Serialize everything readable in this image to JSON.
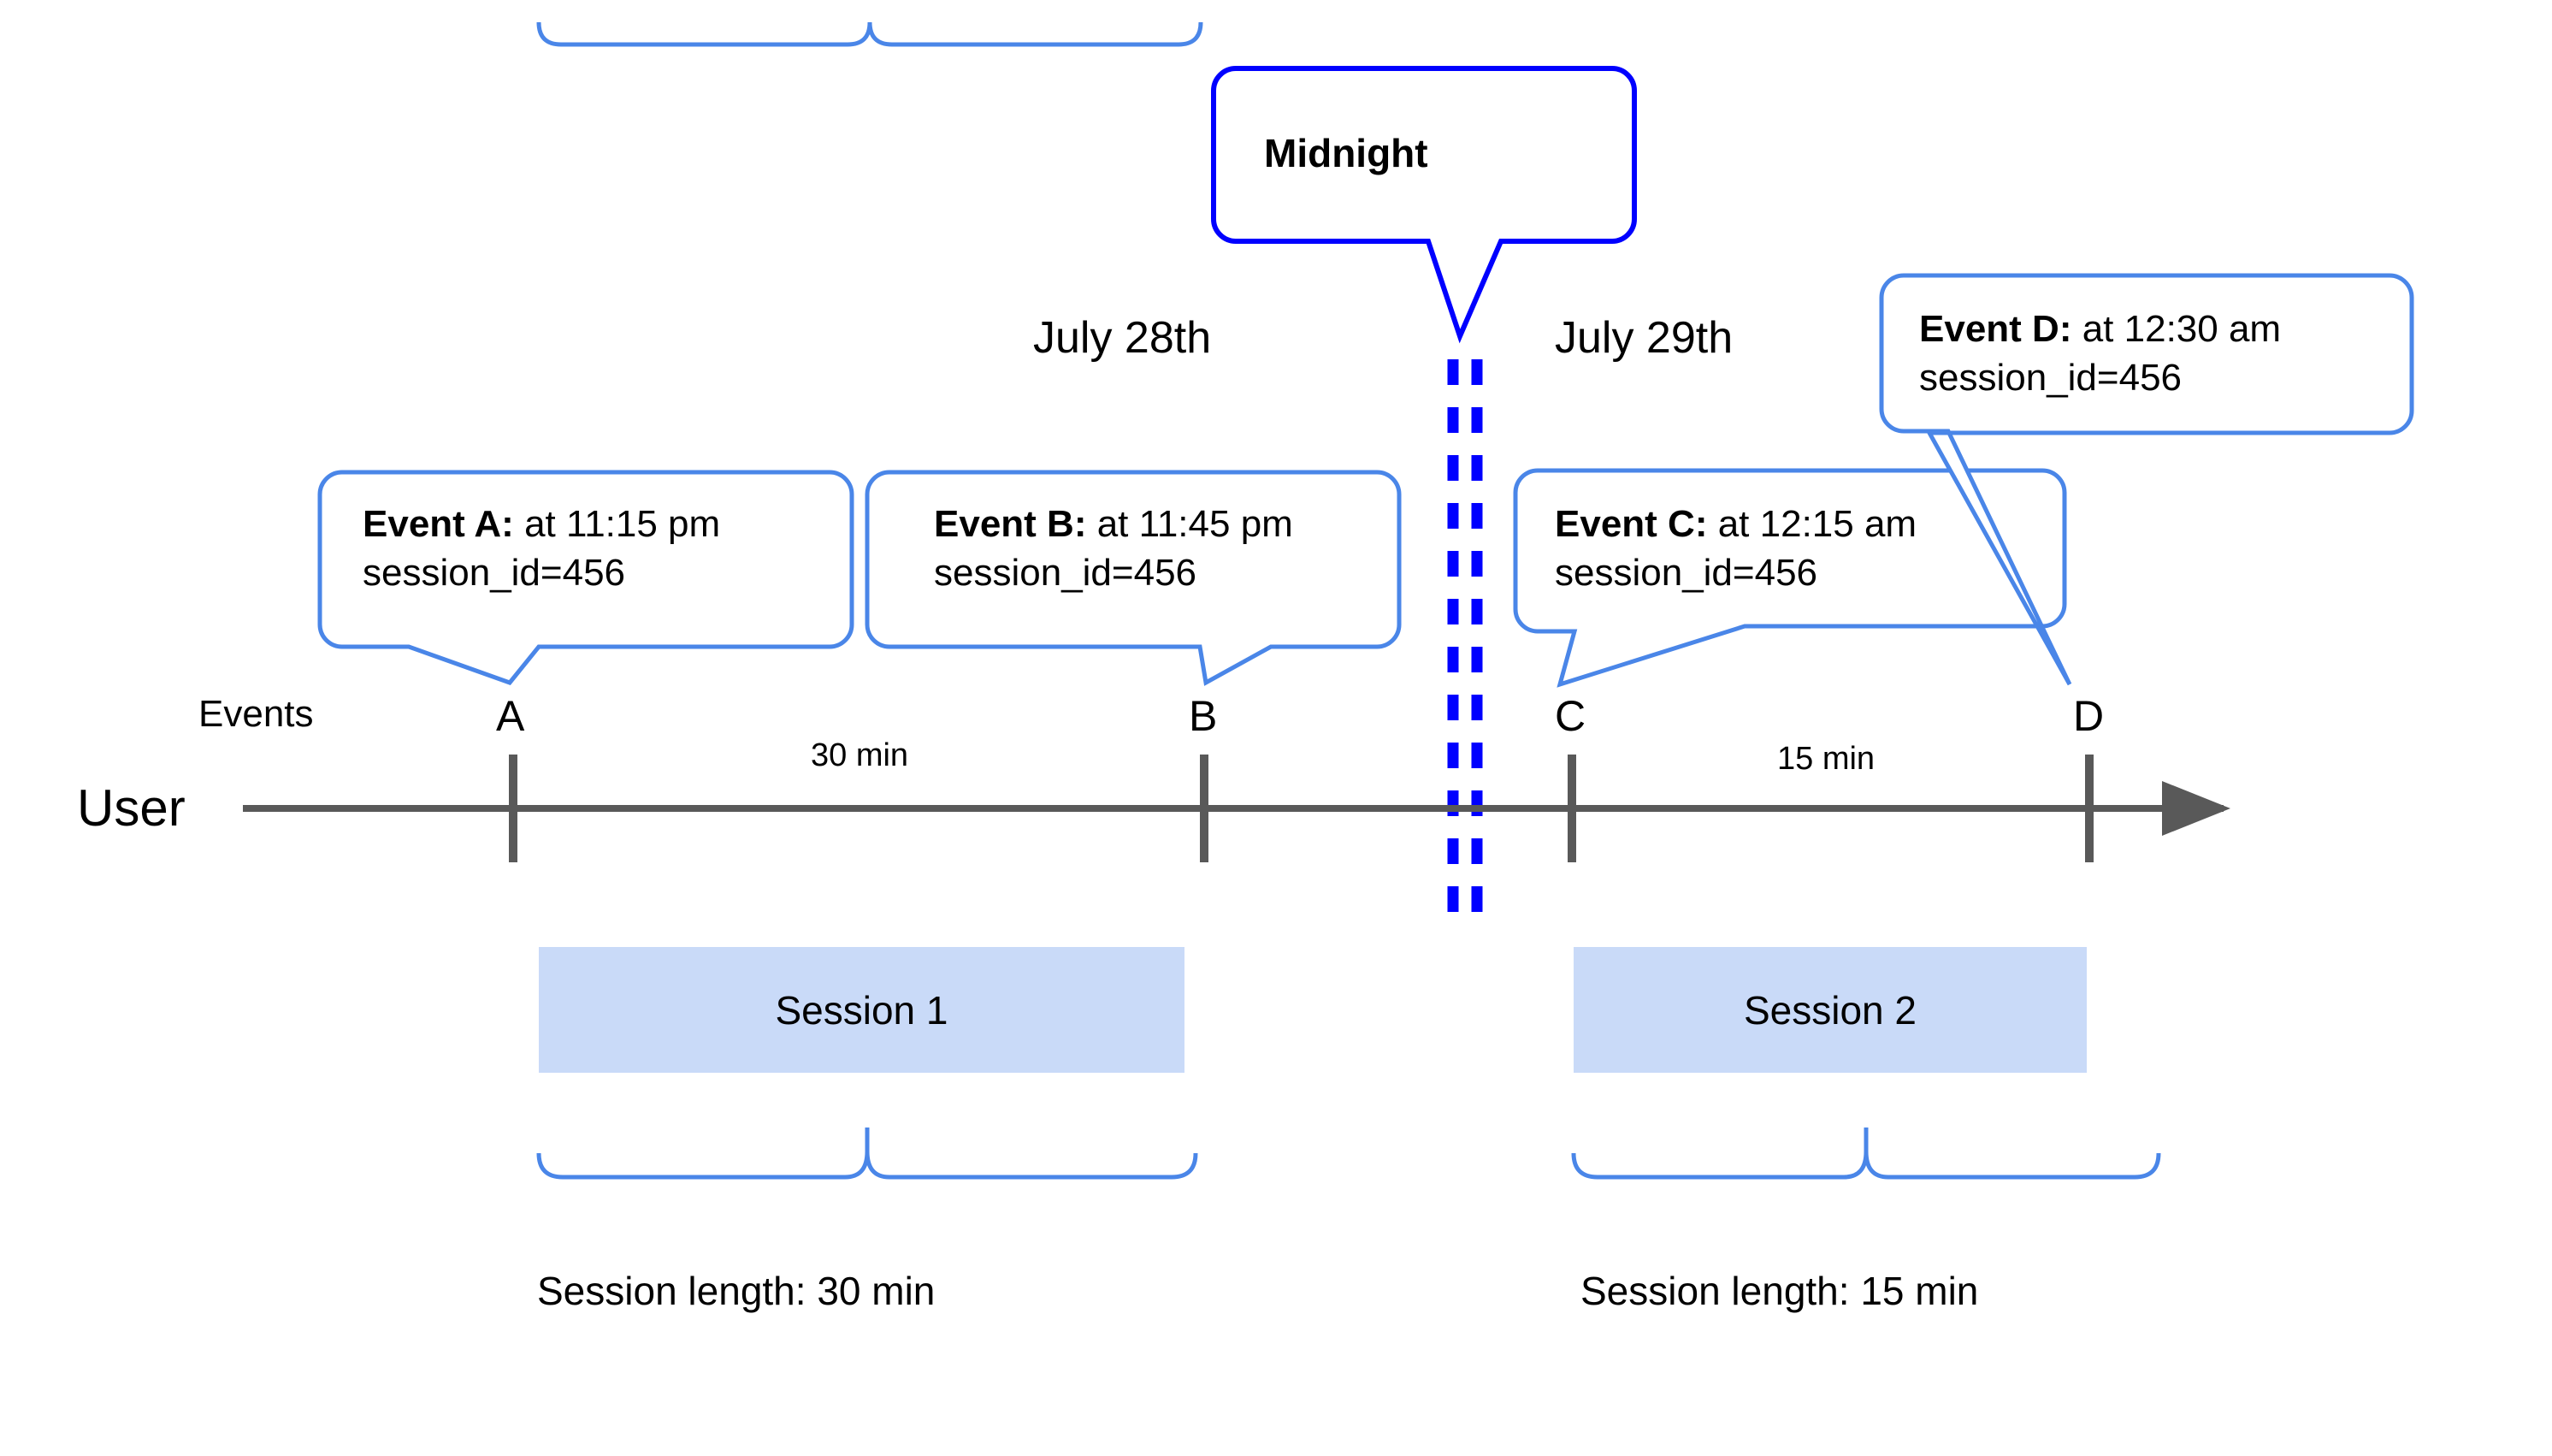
{
  "diagram": {
    "title_callout": {
      "label": "Midnight"
    },
    "lane_labels": {
      "events": "Events",
      "user": "User"
    },
    "date_labels": [
      {
        "id": "july28",
        "text": "July 28th"
      },
      {
        "id": "july29",
        "text": "July 29th"
      }
    ],
    "events": [
      {
        "id": "A",
        "marker": "A",
        "bold": "Event A:",
        "rest": " at 11:15 pm",
        "line2": "session_id=456"
      },
      {
        "id": "B",
        "marker": "B",
        "bold": "Event B:",
        "rest": " at 11:45 pm",
        "line2": "session_id=456"
      },
      {
        "id": "C",
        "marker": "C",
        "bold": "Event C:",
        "rest": " at 12:15 am",
        "line2": "session_id=456"
      },
      {
        "id": "D",
        "marker": "D",
        "bold": "Event D:",
        "rest": " at 12:30 am",
        "line2": "session_id=456"
      }
    ],
    "gap_labels": [
      {
        "id": "gap-ab",
        "text": "30 min"
      },
      {
        "id": "gap-cd",
        "text": "15 min"
      }
    ],
    "sessions": [
      {
        "id": "session1",
        "box_label": "Session 1",
        "length_label": "Session length: 30 min"
      },
      {
        "id": "session2",
        "box_label": "Session 2",
        "length_label": "Session length: 15 min"
      }
    ],
    "colors": {
      "callout_border": "#4a86e8",
      "midnight_border": "#0000ff",
      "midnight_dash": "#0000ff",
      "session_fill": "#c9daf8",
      "axis": "#595959",
      "brace": "#4a86e8",
      "text": "#000000"
    }
  }
}
